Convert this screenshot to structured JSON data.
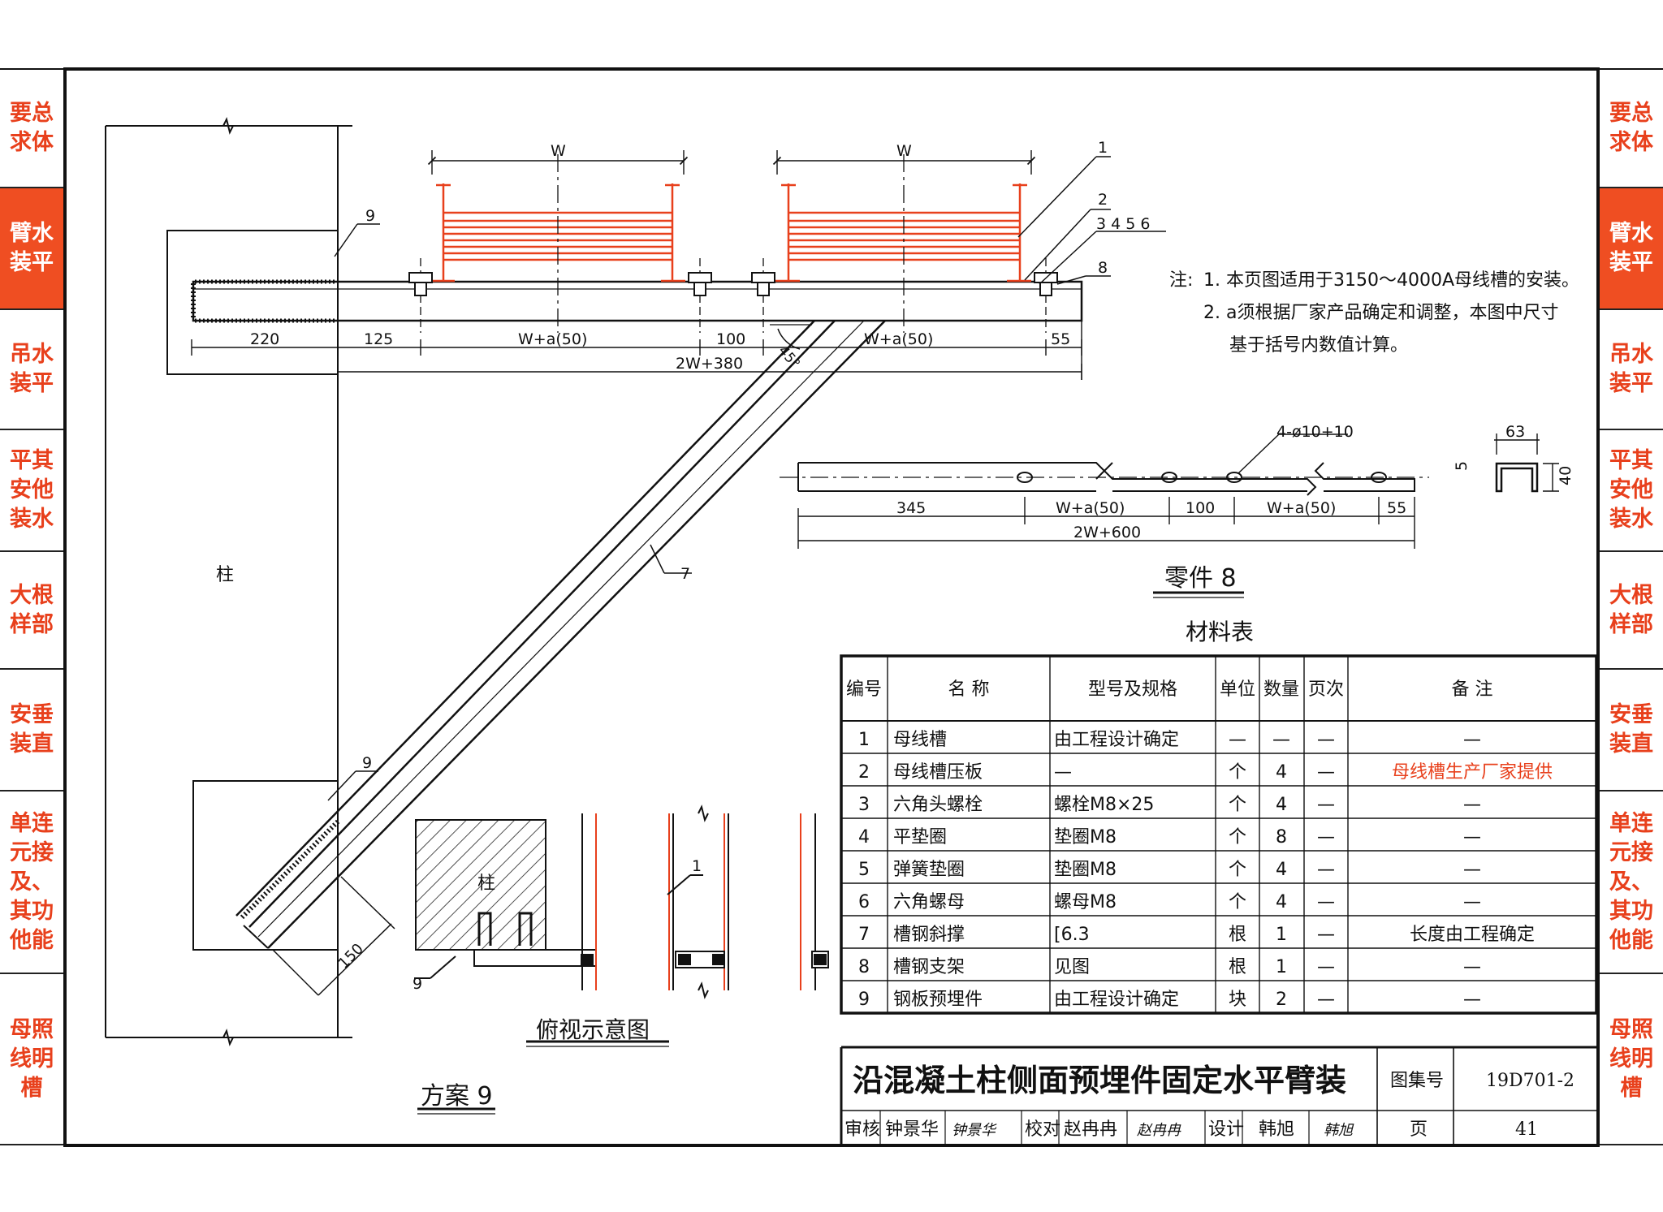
{
  "tabs": [
    {
      "text": "要总\n求体",
      "active": false
    },
    {
      "text": "臂水\n装平",
      "active": true
    },
    {
      "text": "吊水\n装平",
      "active": false
    },
    {
      "text": "平其\n安他\n装水",
      "active": false
    },
    {
      "text": "大根\n样部",
      "active": false
    },
    {
      "text": "安垂\n装直",
      "active": false
    },
    {
      "text": "单连\n元接\n及、\n其功\n他能",
      "active": false
    },
    {
      "text": "母照\n线明\n槽",
      "active": false
    }
  ],
  "drawing": {
    "column_label": "柱",
    "dim_w": "W",
    "dim_220": "220",
    "dim_125": "125",
    "dim_wa50": "W+a(50)",
    "dim_100": "100",
    "dim_55": "55",
    "dim_2w380": "2W+380",
    "dim_45": "45°",
    "dim_150": "150",
    "callouts": [
      "1",
      "2",
      "3 4 5 6",
      "8",
      "9",
      "7"
    ],
    "scheme_title": "方案 9",
    "plan_title": "俯视示意图",
    "plan_column": "柱"
  },
  "part8": {
    "holes_label": "4-ø10+10",
    "dim_345": "345",
    "dim_wa50": "W+a(50)",
    "dim_100": "100",
    "dim_55": "55",
    "dim_2w600": "2W+600",
    "dim_63": "63",
    "dim_5": "5",
    "dim_40": "40",
    "title": "零件 8"
  },
  "notes": {
    "prefix": "注:",
    "lines": [
      "1. 本页图适用于3150～4000A母线槽的安装。",
      "2. a须根据厂家产品确定和调整，本图中尺寸",
      "基于括号内数值计算。"
    ]
  },
  "table": {
    "title": "材料表",
    "headers": [
      "编号",
      "名  称",
      "型号及规格",
      "单位",
      "数量",
      "页次",
      "备  注"
    ],
    "rows": [
      [
        "1",
        "母线槽",
        "由工程设计确定",
        "—",
        "—",
        "—",
        "—"
      ],
      [
        "2",
        "母线槽压板",
        "—",
        "个",
        "4",
        "—",
        "母线槽生产厂家提供"
      ],
      [
        "3",
        "六角头螺栓",
        "螺栓M8×25",
        "个",
        "4",
        "—",
        "—"
      ],
      [
        "4",
        "平垫圈",
        "垫圈M8",
        "个",
        "8",
        "—",
        "—"
      ],
      [
        "5",
        "弹簧垫圈",
        "垫圈M8",
        "个",
        "4",
        "—",
        "—"
      ],
      [
        "6",
        "六角螺母",
        "螺母M8",
        "个",
        "4",
        "—",
        "—"
      ],
      [
        "7",
        "槽钢斜撑",
        "[6.3",
        "根",
        "1",
        "—",
        "长度由工程确定"
      ],
      [
        "8",
        "槽钢支架",
        "见图",
        "根",
        "1",
        "—",
        "—"
      ],
      [
        "9",
        "钢板预埋件",
        "由工程设计确定",
        "块",
        "2",
        "—",
        "—"
      ]
    ],
    "highlight_color": "#e8401c"
  },
  "title_block": {
    "title": "沿混凝土柱侧面预埋件固定水平臂装",
    "atlas_label": "图集号",
    "atlas_no": "19D701-2",
    "review_label": "审核",
    "review_name": "钟景华",
    "review_sig": "钟景华",
    "check_label": "校对",
    "check_name": "赵冉冉",
    "check_sig": "赵冉冉",
    "design_label": "设计",
    "design_name": "韩旭",
    "design_sig": "韩旭",
    "page_label": "页",
    "page_no": "41"
  },
  "colors": {
    "accent": "#ef4e22",
    "line": "#111111"
  }
}
